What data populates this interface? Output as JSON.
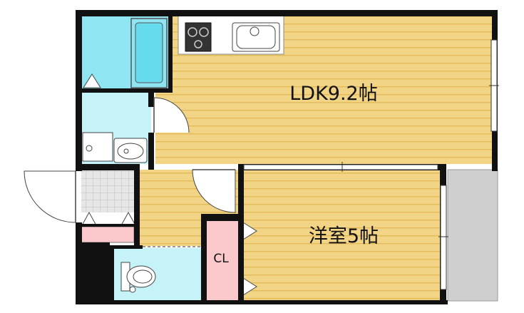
{
  "rooms": {
    "ldk": {
      "label": "LDK9.2帖"
    },
    "western": {
      "label": "洋室5帖"
    },
    "closet": {
      "label": "CL"
    }
  },
  "colors": {
    "wall": "#111111",
    "wood": "#f1d486",
    "wood_stripe": "#e2ba57",
    "wet_area": "#8fe5f2",
    "wet_area_light": "#c6f3f8",
    "closet_pink": "#fbc8cc",
    "balcony_gray": "#cfcfcf",
    "entrance_gray": "#e6e6e6",
    "paper": "#ffffff"
  },
  "icons": {
    "stove": "stove-icon",
    "kitchen_sink": "kitchen-sink-icon",
    "bathtub": "bathtub-icon",
    "washbasin": "washbasin-icon",
    "toilet": "toilet-icon",
    "washing_machine": "washing-machine-space-icon"
  }
}
